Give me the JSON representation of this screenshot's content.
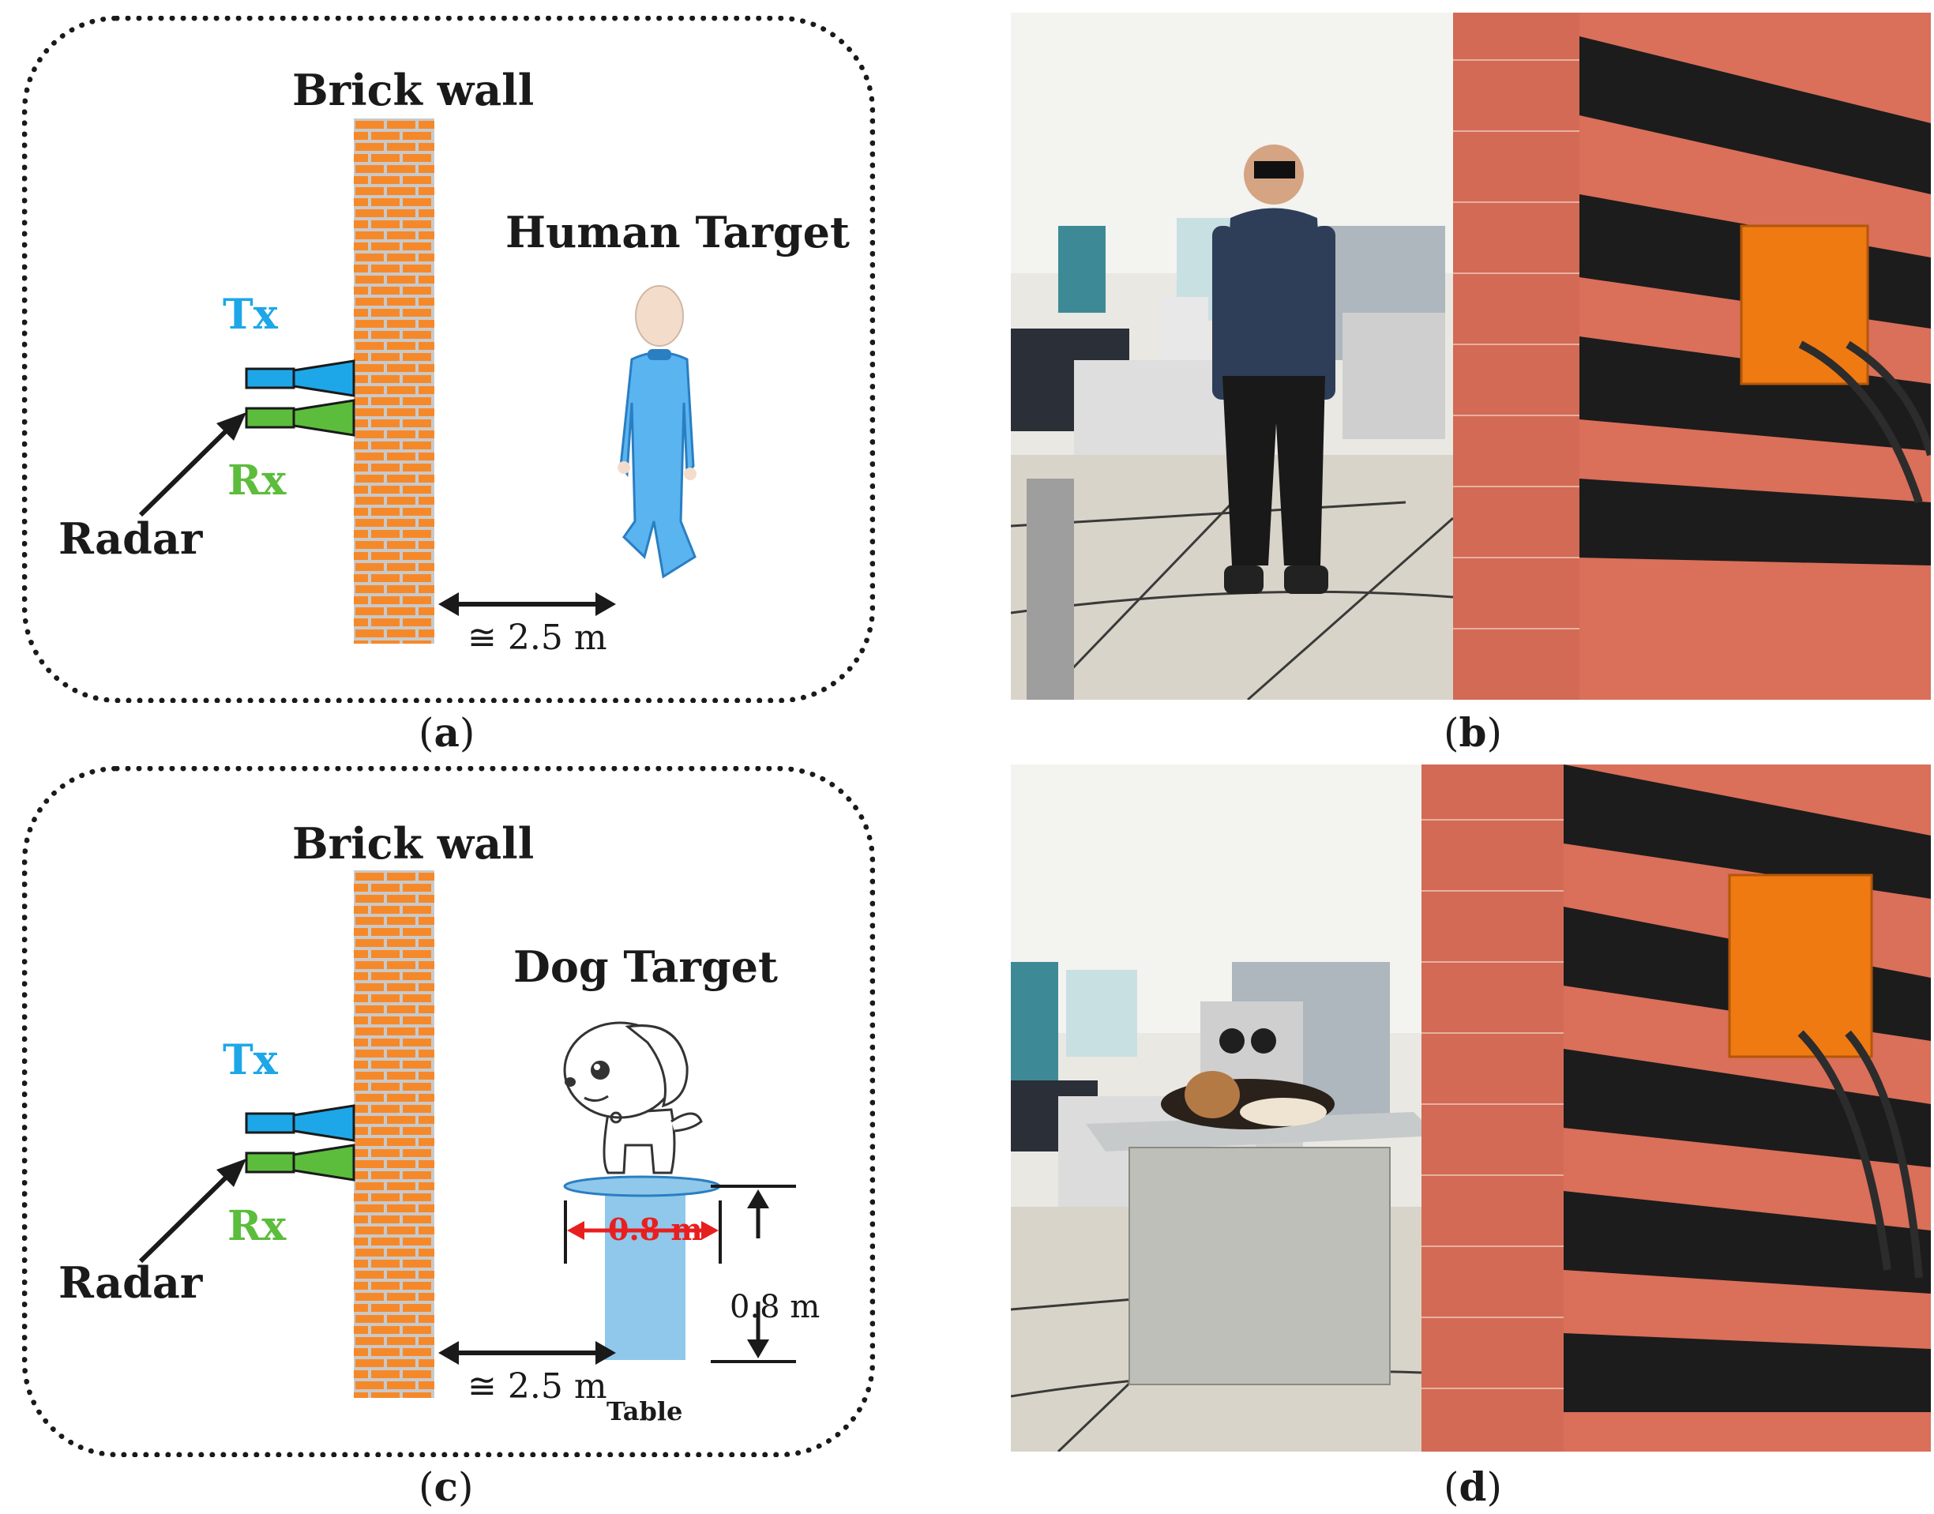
{
  "panel_a": {
    "wall_label": "Brick wall",
    "target_label": "Human Target",
    "tx_label": "Tx",
    "rx_label": "Rx",
    "radar_label": "Radar",
    "distance_label": "≅ 2.5 m",
    "caption_letter": "a"
  },
  "panel_b": {
    "caption_letter": "b"
  },
  "panel_c": {
    "wall_label": "Brick wall",
    "target_label": "Dog Target",
    "tx_label": "Tx",
    "rx_label": "Rx",
    "radar_label": "Radar",
    "distance_label": "≅ 2.5 m",
    "table_width_label": "0.8 m",
    "table_height_label": "0.8 m",
    "table_label": "Table",
    "caption_letter": "c"
  },
  "panel_d": {
    "caption_letter": "d"
  },
  "colors": {
    "brick": "#f5892a",
    "mortar": "#c9c9c9",
    "tx": "#1ea7e8",
    "rx": "#5cbd3c",
    "human": "#5ab4f0",
    "table": "#8fc8ea",
    "measure_red": "#e81f1f",
    "wall_photo": "#d5674f",
    "stripe_black": "#1c1c1c",
    "box_orange": "#ef7a12"
  }
}
